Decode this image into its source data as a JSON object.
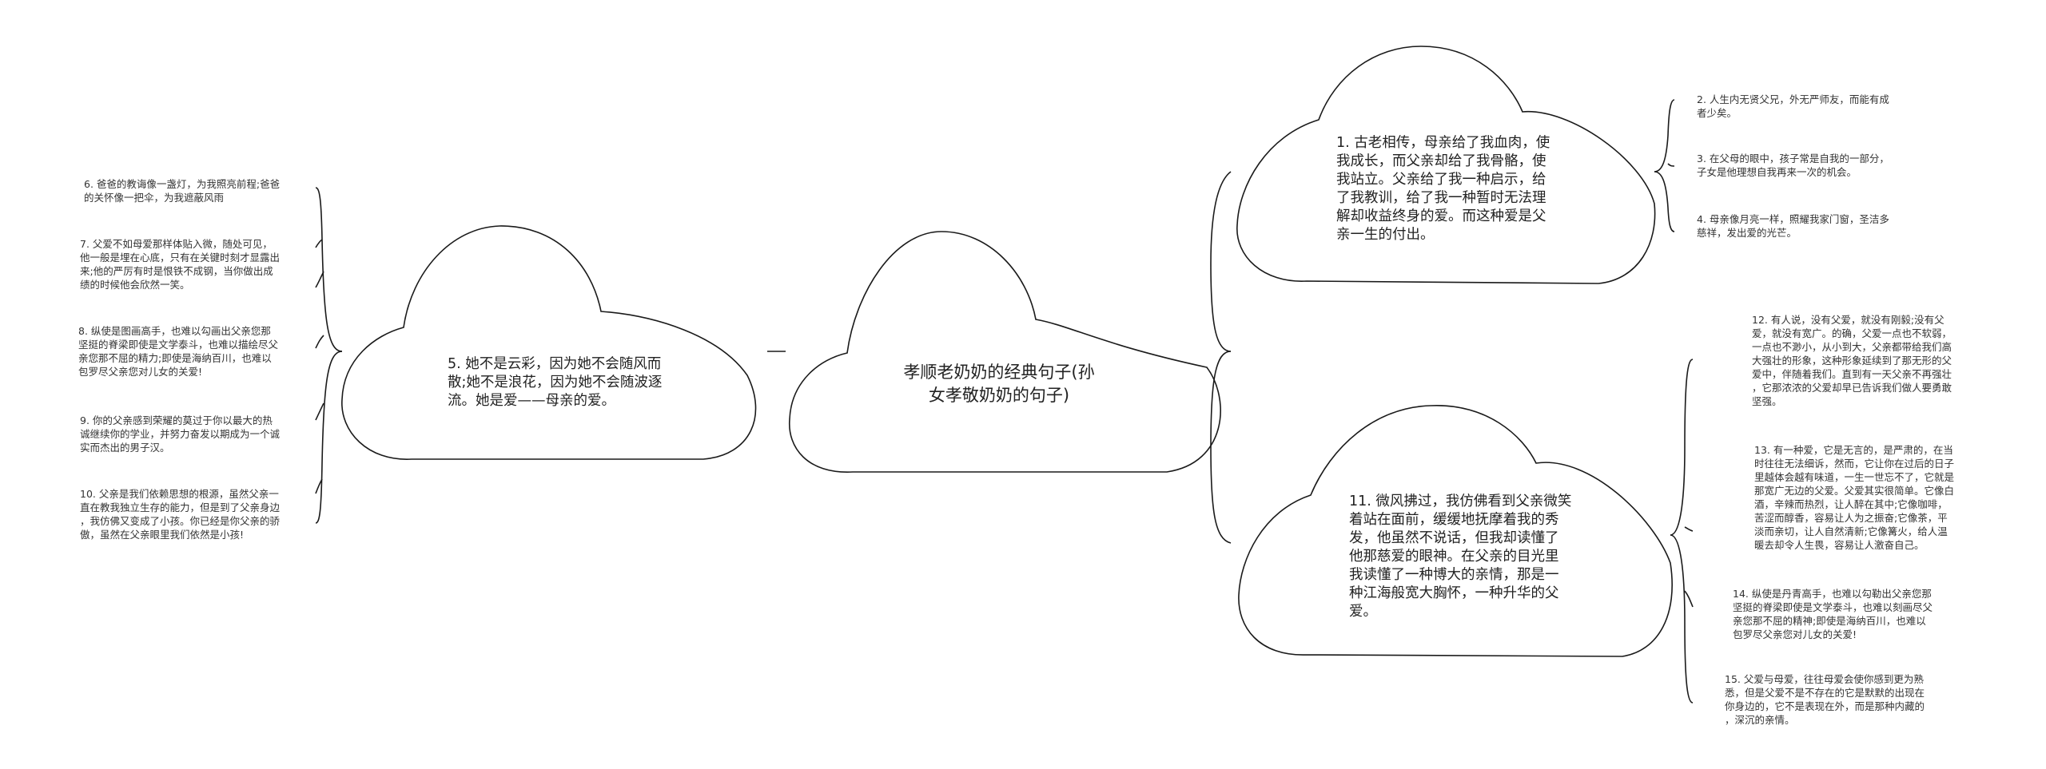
{
  "central": {
    "title": "孝顺老奶奶的经典句子(孙\n女孝敬奶奶的句子)"
  },
  "left_cloud": {
    "text": "5. 她不是云彩，因为她不会随风而\n散;她不是浪花，因为她不会随波逐\n流。她是爱——母亲的爱。"
  },
  "left_leaves": [
    "6. 爸爸的教诲像一盏灯，为我照亮前程;爸爸\n的关怀像一把伞，为我遮蔽风雨",
    "7. 父爱不如母爱那样体贴入微，随处可见，\n他一般是埋在心底，只有在关键时刻才显露出\n来;他的严厉有时是恨铁不成钢，当你做出成\n绩的时候他会欣然一笑。",
    "8. 纵使是图画高手，也难以勾画出父亲您那\n坚挺的脊梁即使是文学泰斗，也难以描绘尽父\n亲您那不屈的精力;即使是海纳百川，也难以\n包罗尽父亲您对儿女的关爱!",
    "9. 你的父亲感到荣耀的莫过于你以最大的热\n诚继续你的学业，并努力奋发以期成为一个诚\n实而杰出的男子汉。",
    "10. 父亲是我们依赖思想的根源，虽然父亲一\n直在教我独立生存的能力，但是到了父亲身边\n，我仿佛又变成了小孩。你已经是你父亲的骄\n傲，虽然在父亲眼里我们依然是小孩!"
  ],
  "top_cloud": {
    "text": "1. 古老相传，母亲给了我血肉，使\n我成长，而父亲却给了我骨骼，使\n我站立。父亲给了我一种启示，给\n了我教训，给了我一种暂时无法理\n解却收益终身的爱。而这种爱是父\n亲一生的付出。"
  },
  "top_leaves": [
    "2. 人生内无贤父兄，外无严师友，而能有成\n者少矣。",
    "3. 在父母的眼中，孩子常是自我的一部分，\n子女是他理想自我再来一次的机会。",
    "4. 母亲像月亮一样，照耀我家门窗，圣洁多\n慈祥，发出爱的光芒。"
  ],
  "bottom_cloud": {
    "text": "11. 微风拂过，我仿佛看到父亲微笑\n着站在面前，缓缓地抚摩着我的秀\n发，他虽然不说话，但我却读懂了\n他那慈爱的眼神。在父亲的目光里\n我读懂了一种博大的亲情，那是一\n种江海般宽大胸怀，一种升华的父\n爱。"
  },
  "bottom_leaves": [
    "12. 有人说，没有父爱，就没有刚毅;没有父\n爱，就没有宽广。的确，父爱一点也不软弱，\n一点也不渺小，从小到大，父亲都带给我们高\n大强壮的形象，这种形象延续到了那无形的父\n爱中，伴随着我们。直到有一天父亲不再强壮\n，它那浓浓的父爱却早已告诉我们做人要勇敢\n坚强。",
    "13. 有一种爱，它是无言的，是严肃的，在当\n时往往无法细诉，然而，它让你在过后的日子\n里越体会越有味道，一生一世忘不了，它就是\n那宽广无边的父爱。父爱其实很简单。它像白\n酒，辛辣而热烈，让人醉在其中;它像咖啡，\n苦涩而醇香，容易让人为之振奋;它像茶，平\n淡而亲切，让人自然清新;它像篝火，给人温\n暖去却令人生畏，容易让人激奋自己。",
    "14. 纵使是丹青高手，也难以勾勒出父亲您那\n坚挺的脊梁即使是文学泰斗，也难以刻画尽父\n亲您那不屈的精神;即使是海纳百川，也难以\n包罗尽父亲您对儿女的关爱!",
    "15. 父爱与母爱，往往母爱会使你感到更为熟\n悉，但是父爱不是不存在的它是默默的出现在\n你身边的，它不是表现在外，而是那种内藏的\n，深沉的亲情。"
  ]
}
